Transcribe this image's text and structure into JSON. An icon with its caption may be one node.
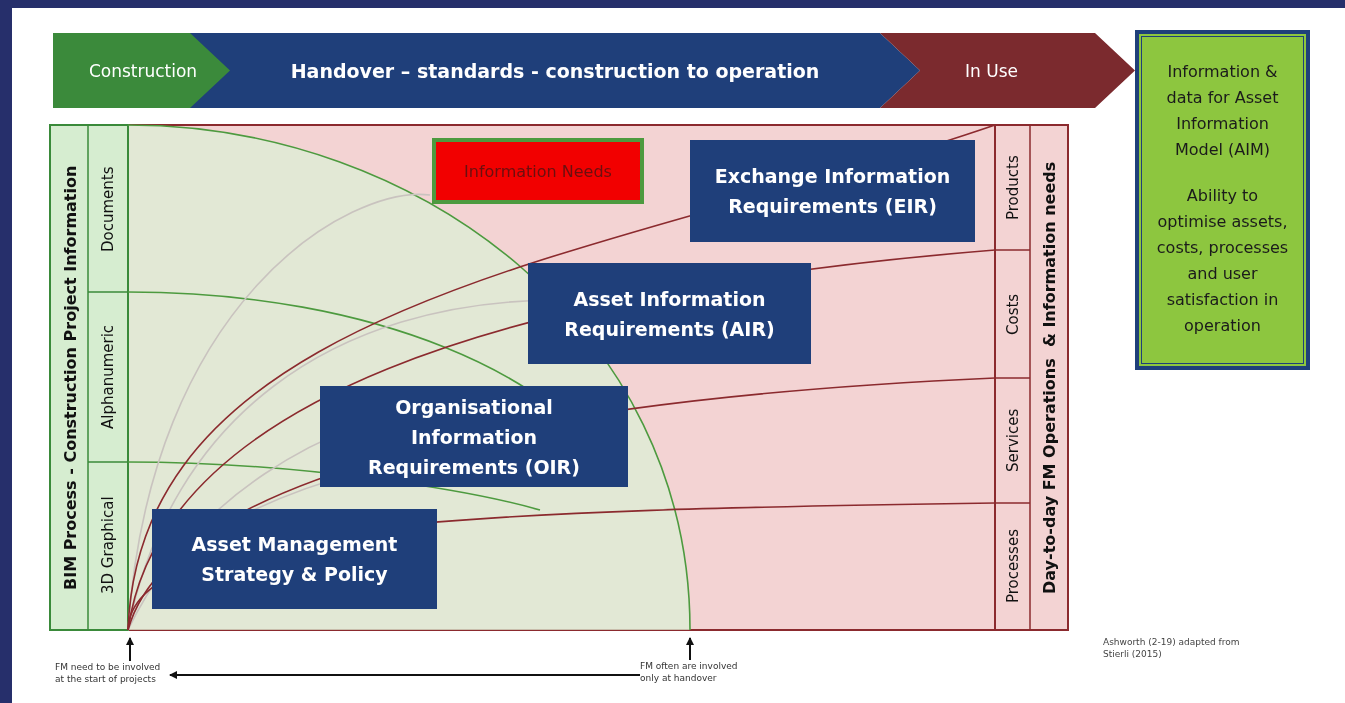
{
  "diagram": {
    "nodes": [
      {
        "text": [
          "Construction"
        ]
      },
      {
        "text": [
          "Handover – standards - construction to operation"
        ]
      },
      {
        "text": [
          "In Use"
        ]
      },
      {
        "text": [
          "Information & data for Asset Information Model (AIM)",
          "Ability to optimise assets, costs, processes and user satisfaction in operation"
        ]
      },
      {
        "text": [
          "BIM Process - Construction Project Information"
        ]
      },
      {
        "text": [
          "Documents"
        ]
      },
      {
        "text": [
          "Alphanumeric"
        ]
      },
      {
        "text": [
          "3D Graphical"
        ]
      },
      {
        "text": [
          "Information Needs"
        ]
      },
      {
        "text": [
          "Exchange Information Requirements (EIR)"
        ]
      },
      {
        "text": [
          "Asset Information Requirements (AIR)"
        ]
      },
      {
        "text": [
          "Organisational Information Requirements (OIR)"
        ]
      },
      {
        "text": [
          "Asset Management Strategy & Policy"
        ]
      },
      {
        "text": [
          "Products"
        ]
      },
      {
        "text": [
          "Costs"
        ]
      },
      {
        "text": [
          "Services"
        ]
      },
      {
        "text": [
          "Processes"
        ]
      },
      {
        "text": [
          "Day-to-day FM Operations  & Information needs"
        ]
      },
      {
        "text": [
          "FM need to be involved at the start of projects"
        ]
      },
      {
        "text": [
          "FM often are involved only at handover"
        ]
      }
    ],
    "edges": [
      {
        "from": 19,
        "to": 18,
        "arrow": "to"
      },
      {
        "from": 18,
        "to": null,
        "arrow": "to"
      },
      {
        "from": 19,
        "to": null,
        "arrow": "to"
      }
    ],
    "labels": [
      "Ashworth (2-19) adapted from Stierli (2015)"
    ]
  }
}
